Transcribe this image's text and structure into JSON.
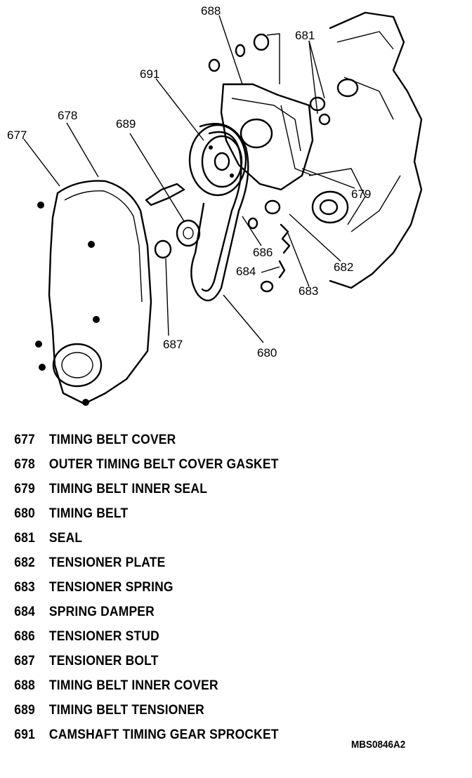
{
  "callouts": [
    {
      "id": "688",
      "text": "688"
    },
    {
      "id": "681",
      "text": "681"
    },
    {
      "id": "691",
      "text": "691"
    },
    {
      "id": "678",
      "text": "678"
    },
    {
      "id": "677",
      "text": "677"
    },
    {
      "id": "689",
      "text": "689"
    },
    {
      "id": "679",
      "text": "679"
    },
    {
      "id": "686",
      "text": "686"
    },
    {
      "id": "684",
      "text": "684"
    },
    {
      "id": "682",
      "text": "682"
    },
    {
      "id": "683",
      "text": "683"
    },
    {
      "id": "687",
      "text": "687"
    },
    {
      "id": "680",
      "text": "680"
    }
  ],
  "legend": [
    {
      "number": "677",
      "label": "TIMING BELT COVER"
    },
    {
      "number": "678",
      "label": "OUTER TIMING BELT COVER GASKET"
    },
    {
      "number": "679",
      "label": "TIMING BELT INNER SEAL"
    },
    {
      "number": "680",
      "label": "TIMING BELT"
    },
    {
      "number": "681",
      "label": "SEAL"
    },
    {
      "number": "682",
      "label": "TENSIONER PLATE"
    },
    {
      "number": "683",
      "label": "TENSIONER SPRING"
    },
    {
      "number": "684",
      "label": "SPRING DAMPER"
    },
    {
      "number": "686",
      "label": "TENSIONER STUD"
    },
    {
      "number": "687",
      "label": "TENSIONER BOLT"
    },
    {
      "number": "688",
      "label": "TIMING BELT INNER COVER"
    },
    {
      "number": "689",
      "label": "TIMING BELT TENSIONER"
    },
    {
      "number": "691",
      "label": "CAMSHAFT TIMING GEAR SPROCKET"
    }
  ],
  "figure_id": "MBS0846A2"
}
